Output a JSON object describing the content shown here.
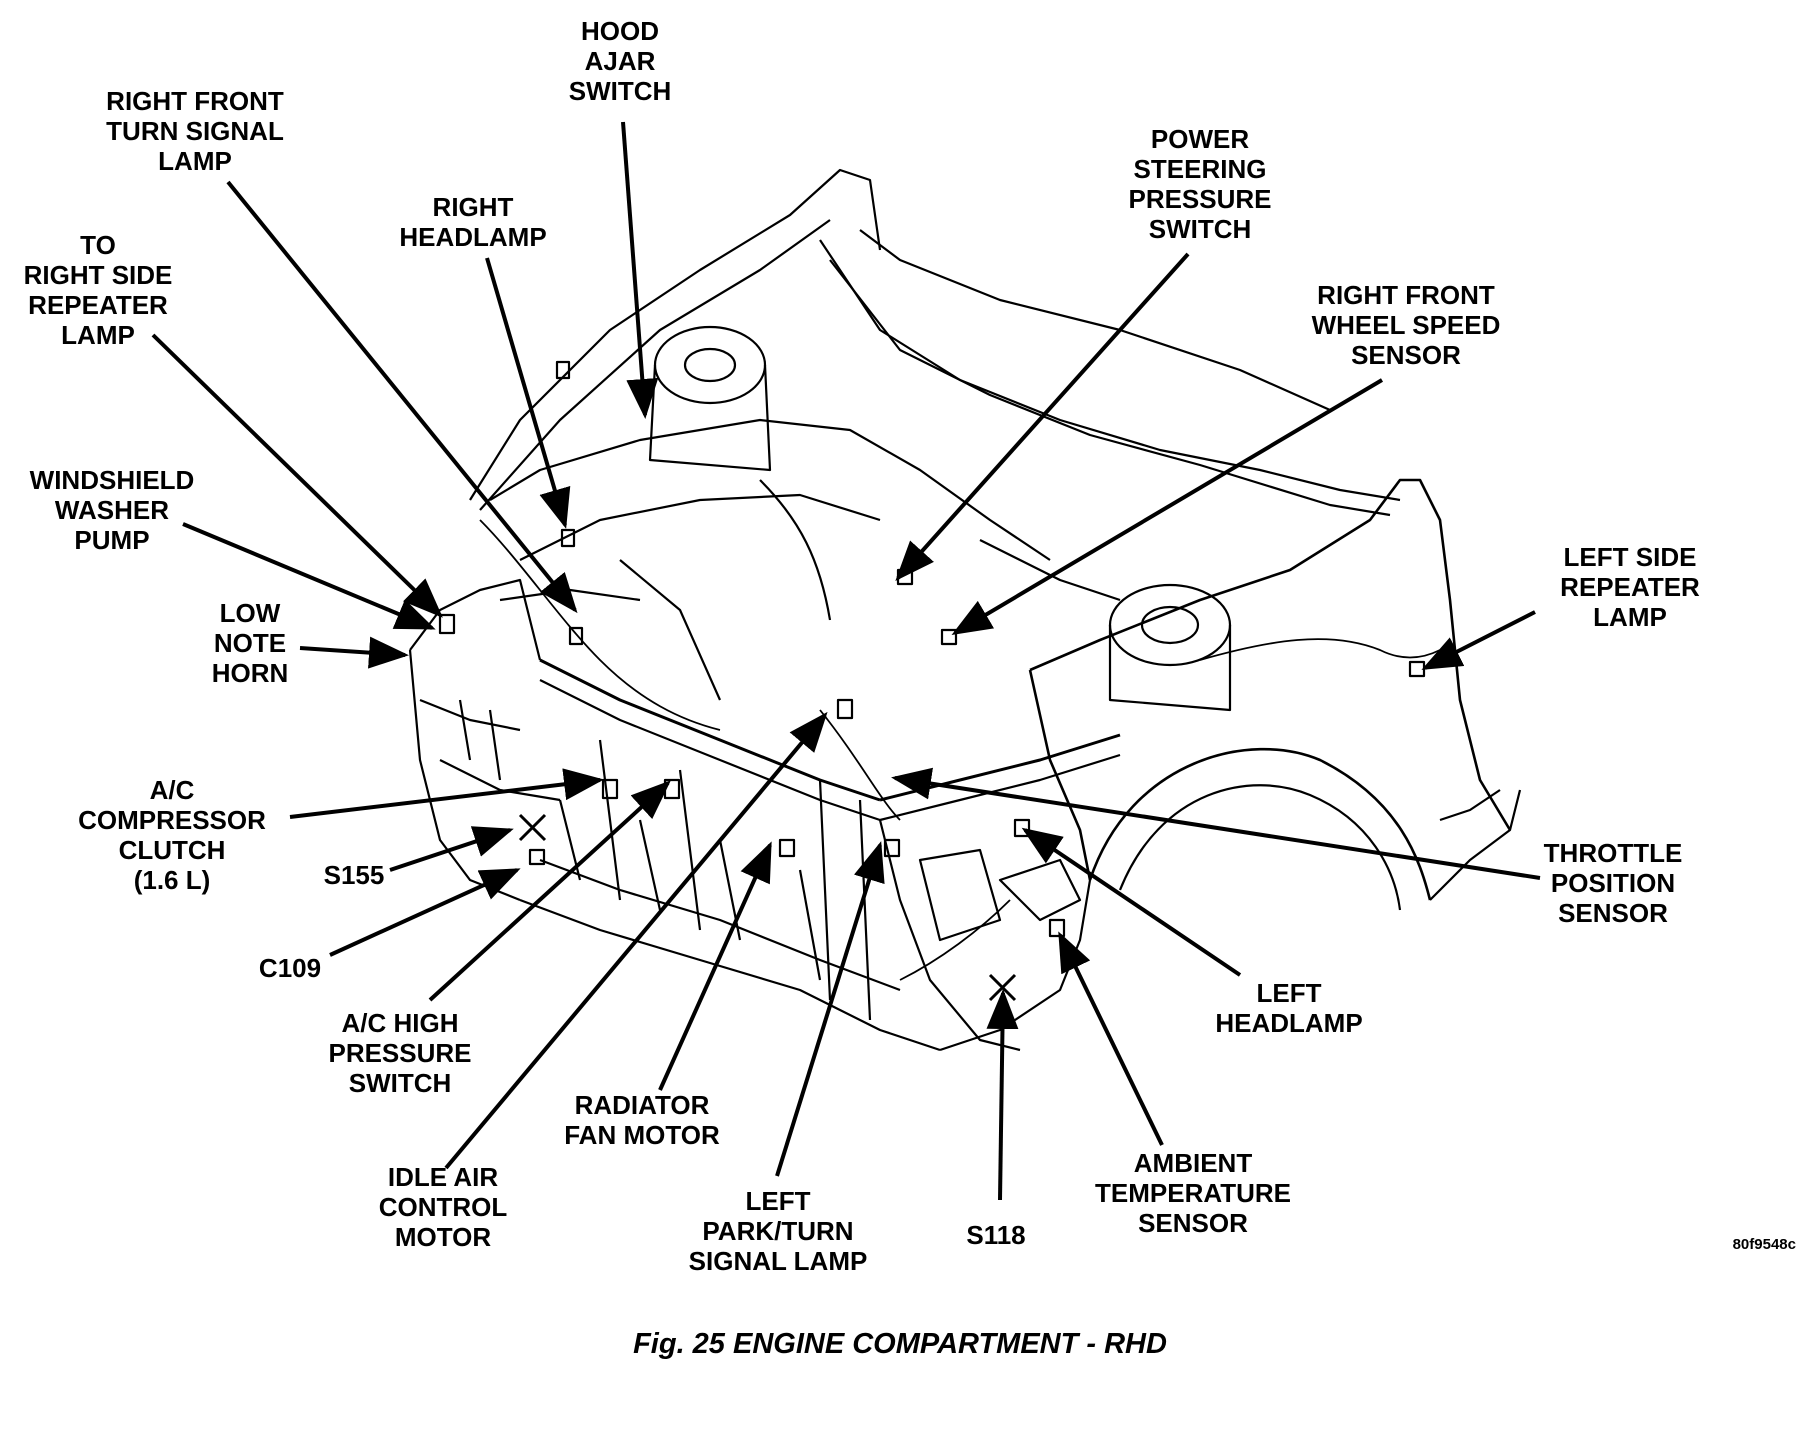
{
  "caption": "Fig. 25 ENGINE COMPARTMENT - RHD",
  "figure_id": "80f9548c",
  "colors": {
    "ink": "#000000",
    "paper": "#ffffff"
  },
  "labels": {
    "hood_ajar_switch": "HOOD\nAJAR\nSWITCH",
    "right_front_turn_signal_lamp": "RIGHT FRONT\nTURN SIGNAL\nLAMP",
    "right_headlamp": "RIGHT\nHEADLAMP",
    "to_right_side_repeater_lamp": "TO\nRIGHT SIDE\nREPEATER\nLAMP",
    "power_steering_pressure_switch": "POWER\nSTEERING\nPRESSURE\nSWITCH",
    "right_front_wheel_speed_sensor": "RIGHT FRONT\nWHEEL SPEED\nSENSOR",
    "windshield_washer_pump": "WINDSHIELD\nWASHER\nPUMP",
    "low_note_horn": "LOW\nNOTE\nHORN",
    "left_side_repeater_lamp": "LEFT SIDE\nREPEATER\nLAMP",
    "ac_compressor_clutch": "A/C\nCOMPRESSOR\nCLUTCH\n(1.6 L)",
    "s155": "S155",
    "c109": "C109",
    "ac_high_pressure_switch": "A/C HIGH\nPRESSURE\nSWITCH",
    "throttle_position_sensor": "THROTTLE\nPOSITION\nSENSOR",
    "left_headlamp": "LEFT\nHEADLAMP",
    "radiator_fan_motor": "RADIATOR\nFAN MOTOR",
    "idle_air_control_motor": "IDLE AIR\nCONTROL\nMOTOR",
    "left_park_turn_signal_lamp": "LEFT\nPARK/TURN\nSIGNAL LAMP",
    "s118": "S118",
    "ambient_temperature_sensor": "AMBIENT\nTEMPERATURE\nSENSOR"
  }
}
